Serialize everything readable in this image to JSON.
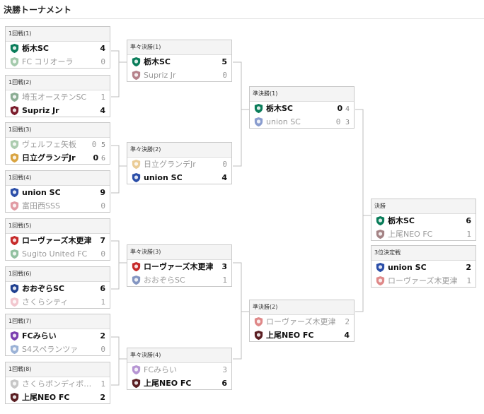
{
  "page": {
    "title": "決勝トーナメント"
  },
  "matches": [
    {
      "id": "r1-1",
      "label": "1回戦(1)",
      "teams": [
        {
          "name": "栃木SC",
          "score": "4",
          "pk": "",
          "winner": true,
          "icon": "green-crest-icon",
          "color": "#0a7d5a"
        },
        {
          "name": "FC コリオーラ",
          "score": "0",
          "pk": "",
          "winner": false,
          "icon": "green-square-crest-icon",
          "color": "#5aa06a"
        }
      ]
    },
    {
      "id": "r1-2",
      "label": "1回戦(2)",
      "teams": [
        {
          "name": "埼玉オーステンSC",
          "score": "1",
          "pk": "",
          "winner": false,
          "icon": "green-round-crest-icon",
          "color": "#2e6b3c"
        },
        {
          "name": "Supriz Jr",
          "score": "4",
          "pk": "",
          "winner": true,
          "icon": "red-ball-crest-icon",
          "color": "#7a1b2b"
        }
      ]
    },
    {
      "id": "r1-3",
      "label": "1回戦(3)",
      "teams": [
        {
          "name": "ヴェルフェ矢板",
          "score": "0",
          "pk": "5",
          "winner": false,
          "icon": "green-shield-crest-icon",
          "color": "#6aa36e"
        },
        {
          "name": "日立グランデJr",
          "score": "0",
          "pk": "6",
          "winner": true,
          "icon": "gold-crest-icon",
          "color": "#d9a441"
        }
      ]
    },
    {
      "id": "r1-4",
      "label": "1回戦(4)",
      "teams": [
        {
          "name": "union SC",
          "score": "9",
          "pk": "",
          "winner": true,
          "icon": "blue-circle-crest-icon",
          "color": "#2b4ea8"
        },
        {
          "name": "富田西SSS",
          "score": "0",
          "pk": "",
          "winner": false,
          "icon": "red-striped-crest-icon",
          "color": "#c94a5a"
        }
      ]
    },
    {
      "id": "r1-5",
      "label": "1回戦(5)",
      "teams": [
        {
          "name": "ローヴァーズ木更津",
          "score": "7",
          "pk": "",
          "winner": true,
          "icon": "red-shield-crest-icon",
          "color": "#c62a2a"
        },
        {
          "name": "Sugito United FC",
          "score": "0",
          "pk": "",
          "winner": false,
          "icon": "green-shield-crest-icon",
          "color": "#3a8f55"
        }
      ]
    },
    {
      "id": "r1-6",
      "label": "1回戦(6)",
      "teams": [
        {
          "name": "おおぞらSC",
          "score": "6",
          "pk": "",
          "winner": true,
          "icon": "blue-shield-crest-icon",
          "color": "#1f3f8f"
        },
        {
          "name": "さくらシティ",
          "score": "1",
          "pk": "",
          "winner": false,
          "icon": "pink-round-crest-icon",
          "color": "#e89aa8"
        }
      ]
    },
    {
      "id": "r1-7",
      "label": "1回戦(7)",
      "teams": [
        {
          "name": "FCみらい",
          "score": "2",
          "pk": "",
          "winner": true,
          "icon": "purple-round-crest-icon",
          "color": "#7b3fb0"
        },
        {
          "name": "S4スペランツァ",
          "score": "0",
          "pk": "",
          "winner": false,
          "icon": "blue-round-crest-icon",
          "color": "#4b74b5"
        }
      ]
    },
    {
      "id": "r1-8",
      "label": "1回戦(8)",
      "teams": [
        {
          "name": "さくらボンディボ…",
          "score": "1",
          "pk": "",
          "winner": false,
          "icon": "grey-ball-crest-icon",
          "color": "#9a9a9a"
        },
        {
          "name": "上尾NEO FC",
          "score": "2",
          "pk": "",
          "winner": true,
          "icon": "dark-red-shield-crest-icon",
          "color": "#5a1e22"
        }
      ]
    },
    {
      "id": "qf-1",
      "label": "準々決勝(1)",
      "teams": [
        {
          "name": "栃木SC",
          "score": "5",
          "pk": "",
          "winner": true,
          "icon": "green-crest-icon",
          "color": "#0a7d5a"
        },
        {
          "name": "Supriz Jr",
          "score": "0",
          "pk": "",
          "winner": false,
          "icon": "red-ball-crest-icon",
          "color": "#7a1b2b"
        }
      ]
    },
    {
      "id": "qf-2",
      "label": "準々決勝(2)",
      "teams": [
        {
          "name": "日立グランデJr",
          "score": "0",
          "pk": "",
          "winner": false,
          "icon": "gold-crest-icon",
          "color": "#d9a441"
        },
        {
          "name": "union SC",
          "score": "4",
          "pk": "",
          "winner": true,
          "icon": "blue-circle-crest-icon",
          "color": "#2b4ea8"
        }
      ]
    },
    {
      "id": "qf-3",
      "label": "準々決勝(3)",
      "teams": [
        {
          "name": "ローヴァーズ木更津",
          "score": "3",
          "pk": "",
          "winner": true,
          "icon": "red-shield-crest-icon",
          "color": "#c62a2a"
        },
        {
          "name": "おおぞらSC",
          "score": "1",
          "pk": "",
          "winner": false,
          "icon": "blue-shield-crest-icon",
          "color": "#1f3f8f"
        }
      ]
    },
    {
      "id": "qf-4",
      "label": "準々決勝(4)",
      "teams": [
        {
          "name": "FCみらい",
          "score": "3",
          "pk": "",
          "winner": false,
          "icon": "purple-round-crest-icon",
          "color": "#7b3fb0"
        },
        {
          "name": "上尾NEO FC",
          "score": "6",
          "pk": "",
          "winner": true,
          "icon": "dark-red-shield-crest-icon",
          "color": "#5a1e22"
        }
      ]
    },
    {
      "id": "sf-1",
      "label": "準決勝(1)",
      "teams": [
        {
          "name": "栃木SC",
          "score": "0",
          "pk": "4",
          "winner": true,
          "icon": "green-crest-icon",
          "color": "#0a7d5a"
        },
        {
          "name": "union SC",
          "score": "0",
          "pk": "3",
          "winner": false,
          "icon": "blue-circle-crest-icon",
          "color": "#2b4ea8"
        }
      ]
    },
    {
      "id": "sf-2",
      "label": "準決勝(2)",
      "teams": [
        {
          "name": "ローヴァーズ木更津",
          "score": "2",
          "pk": "",
          "winner": false,
          "icon": "red-shield-crest-icon",
          "color": "#c62a2a"
        },
        {
          "name": "上尾NEO FC",
          "score": "4",
          "pk": "",
          "winner": true,
          "icon": "dark-red-shield-crest-icon",
          "color": "#5a1e22"
        }
      ]
    },
    {
      "id": "final",
      "label": "決勝",
      "teams": [
        {
          "name": "栃木SC",
          "score": "6",
          "pk": "",
          "winner": true,
          "icon": "green-crest-icon",
          "color": "#0a7d5a"
        },
        {
          "name": "上尾NEO FC",
          "score": "1",
          "pk": "",
          "winner": false,
          "icon": "dark-red-shield-crest-icon",
          "color": "#5a1e22"
        }
      ]
    },
    {
      "id": "third",
      "label": "3位決定戦",
      "teams": [
        {
          "name": "union SC",
          "score": "2",
          "pk": "",
          "winner": true,
          "icon": "blue-circle-crest-icon",
          "color": "#2b4ea8"
        },
        {
          "name": "ローヴァーズ木更津",
          "score": "1",
          "pk": "",
          "winner": false,
          "icon": "red-shield-crest-icon",
          "color": "#c62a2a"
        }
      ]
    }
  ]
}
